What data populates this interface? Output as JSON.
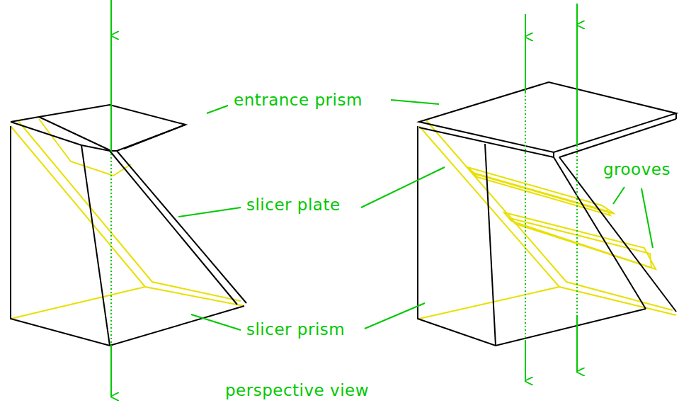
{
  "diagram": {
    "labels": [
      "entrance prism",
      "slicer plate",
      "slicer prism",
      "grooves",
      "perspective view"
    ]
  }
}
